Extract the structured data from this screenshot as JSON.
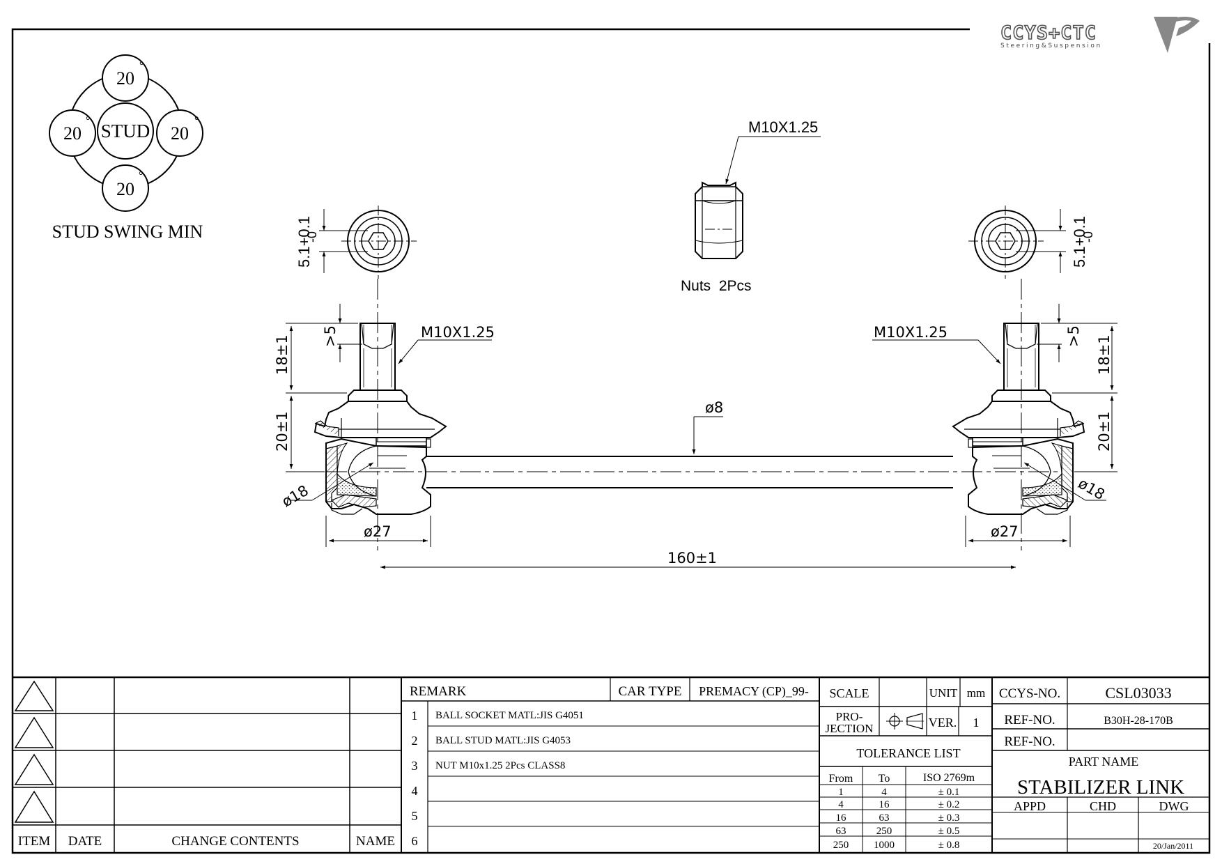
{
  "logo": {
    "text": "CCYS+CTC",
    "sub": "Steering&Suspension"
  },
  "stud_swing": {
    "center": "STUD",
    "angles": [
      "20",
      "20",
      "20",
      "20"
    ],
    "degree": "°",
    "caption": "STUD SWING MIN"
  },
  "nut": {
    "thread": "M10X1.25",
    "caption": "Nuts  2Pcs"
  },
  "dims": {
    "top_view_left": "5.1+0.1",
    "top_view_left_lower": "-0",
    "top_view_right": "5.1+0.1",
    "top_view_right_lower": "-0",
    "thread_left": "M10X1.25",
    "thread_right": "M10X1.25",
    "min5_left": ">5",
    "min5_right": ">5",
    "h18_left": "18±1",
    "h18_right": "18±1",
    "h20_left": "20±1",
    "h20_right": "20±1",
    "rod_dia": "ø8",
    "ball_left": "ø18",
    "ball_right": "ø18",
    "socket_left": "ø27",
    "socket_right": "ø27",
    "length": "160±1"
  },
  "revision_table": {
    "headers": [
      "ITEM",
      "DATE",
      "CHANGE CONTENTS",
      "NAME"
    ]
  },
  "remark_table": {
    "header": "REMARK",
    "car_type_label": "CAR TYPE",
    "car_type_value": "PREMACY (CP)_99-",
    "rows": [
      {
        "no": "1",
        "text": "BALL SOCKET MATL:JIS G4051"
      },
      {
        "no": "2",
        "text": "BALL STUD MATL:JIS G4053"
      },
      {
        "no": "3",
        "text": "NUT M10x1.25 2Pcs CLASS8"
      },
      {
        "no": "4",
        "text": ""
      },
      {
        "no": "5",
        "text": ""
      },
      {
        "no": "6",
        "text": ""
      }
    ]
  },
  "spec_table": {
    "scale_label": "SCALE",
    "unit_label": "UNIT",
    "unit_value": "mm",
    "projection_label_1": "PRO-",
    "projection_label_2": "JECTION",
    "ver_label": "VER.",
    "ver_value": "1",
    "tolerance_title": "TOLERANCE LIST",
    "tolerance_headers": [
      "From",
      "To",
      "ISO 2769m"
    ],
    "tolerance_rows": [
      [
        "1",
        "4",
        "± 0.1"
      ],
      [
        "4",
        "16",
        "± 0.2"
      ],
      [
        "16",
        "63",
        "± 0.3"
      ],
      [
        "63",
        "250",
        "± 0.5"
      ],
      [
        "250",
        "1000",
        "± 0.8"
      ]
    ]
  },
  "title_block": {
    "ccys_label": "CCYS-NO.",
    "ccys_value": "CSL03033",
    "ref1_label": "REF-NO.",
    "ref1_value": "B30H-28-170B",
    "ref2_label": "REF-NO.",
    "ref2_value": "",
    "part_name_label": "PART NAME",
    "part_name": "STABILIZER LINK",
    "appd": "APPD",
    "chd": "CHD",
    "dwg": "DWG",
    "date": "20/Jan/2011"
  }
}
